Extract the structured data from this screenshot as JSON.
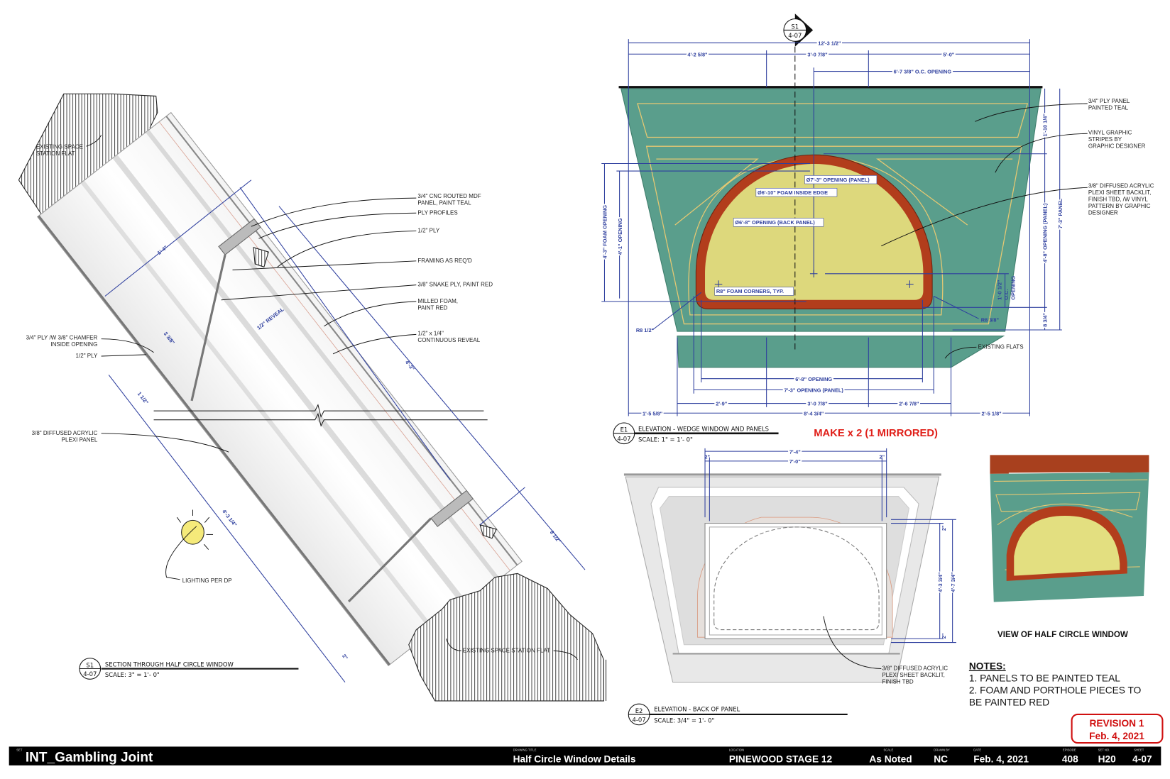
{
  "colors": {
    "teal": "#5a9e8c",
    "red": "#b23d1c",
    "yellow": "#ddd87c",
    "stripe": "#e6c872",
    "dimension": "#2e3f9e",
    "revision": "#d01010"
  },
  "section": {
    "tag": "S1",
    "sheet": "4-07",
    "title": "SECTION THROUGH HALF CIRCLE WINDOW",
    "scale": "SCALE: 3\" = 1'- 0\"",
    "labels": {
      "flat_top": [
        "EXISTING SPACE",
        "STATION FLAT"
      ],
      "mdf": [
        "3/4\" CNC ROUTED MDF",
        "PANEL, PAINT TEAL"
      ],
      "ply_profiles": "PLY PROFILES",
      "half_ply": "1/2\" PLY",
      "framing": "FRAMING AS REQ'D",
      "snake_ply": "3/8\" SNAKE PLY, PAINT RED",
      "foam": [
        "MILLED FOAM,",
        "PAINT RED"
      ],
      "reveal": [
        "1/2\" x 1/4\"",
        "CONTINUOUS REVEAL"
      ],
      "chamfer": [
        "3/4\" PLY /W 3/8\" CHAMFER",
        "INSIDE OPENING"
      ],
      "half_ply_left": "1/2\" PLY",
      "plexi": [
        "3/8\" DIFFUSED ACRYLIC",
        "PLEXI PANEL"
      ],
      "lighting": "LIGHTING PER DP",
      "flat_bottom": "EXISTING SPACE STATION FLAT"
    },
    "dims": {
      "d1": "1'-4\"",
      "d2": "1/2\" REVEAL",
      "d3": "4'-3\"",
      "d4": "4'-3 1/4\"",
      "d5": "2\"",
      "d6": "1 1/2\"",
      "d7": "8 1/2\"",
      "d8": "3 3/8\""
    }
  },
  "e1": {
    "tag": "E1",
    "sheet": "4-07",
    "title": "ELEVATION - WEDGE WINDOW AND PANELS",
    "scale": "SCALE: 1\" = 1'- 0\"",
    "make_note": "MAKE x 2 (1 MIRRORED)",
    "section_marker": {
      "tag": "S1",
      "sheet": "4-07"
    },
    "top_dims": {
      "overall": "12'-3 1/2\"",
      "left": "4'-2 5/8\"",
      "mid": "3'-0 7/8\"",
      "right": "5'-0\"",
      "oc": "6'-7 3/8\" O.C. OPENING"
    },
    "side_dims": {
      "foam_open": "4'-3\" FOAM OPENING",
      "open": "4'-1\" OPENING",
      "top": "1'-10 1/4\"",
      "panel_open": "4'-8\" OPENING (PANEL)",
      "bottom": "8 3/4\"",
      "panel": "7'-3\" PANEL",
      "oc": [
        "1'-0 1/2\"",
        "O.C.",
        "OPENING"
      ]
    },
    "bottom_dims": {
      "open": "6'-8\" OPENING",
      "panel_open": "7'-3\" OPENING (PANEL)",
      "a": "2'-9\"",
      "b": "3'-0 7/8\"",
      "c": "2'-6 7/8\"",
      "d": "1'-5 5/8\"",
      "e": "8'-4 3/4\"",
      "f": "2'-5 1/8\""
    },
    "callouts": {
      "c1": "Ø7'-3\" OPENING (PANEL)",
      "c2": "Ø6'-10\" FOAM INSIDE EDGE",
      "c3": "Ø6'-8\" OPENING (BACK PANEL)",
      "c4": "R8\" FOAM CORNERS, TYP.",
      "r1": "R8 1/2\"",
      "r2": "R8 3/8\""
    },
    "labels": {
      "ply": [
        "3/4\" PLY PANEL",
        "PAINTED TEAL"
      ],
      "vinyl": [
        "VINYL GRAPHIC",
        "STRIPES BY",
        "GRAPHIC DESIGNER"
      ],
      "acrylic": [
        "3/8\" DIFFUSED ACRYLIC",
        "PLEXI SHEET BACKLIT,",
        "FINISH TBD, /W VINYL",
        "PATTERN BY GRAPHIC",
        "DESIGNER"
      ],
      "flats": "EXISTING FLATS"
    }
  },
  "e2": {
    "tag": "E2",
    "sheet": "4-07",
    "title": "ELEVATION - BACK OF PANEL",
    "scale": "SCALE: 3/4\" = 1'- 0\"",
    "dims": {
      "w1": "7'-4\"",
      "w2": "7'-0\"",
      "l2": "2\"",
      "r2": "2\"",
      "h1": "4'-3 3/4\"",
      "h2": "4'-7 3/4\"",
      "t2": "2\"",
      "b2": "2\""
    },
    "label": [
      "3/8\" DIFFUSED ACRYLIC",
      "PLEXI SHEET BACKLIT,",
      "FINISH TBD"
    ]
  },
  "view": {
    "caption": "VIEW OF HALF CIRCLE WINDOW"
  },
  "notes": {
    "heading": "NOTES:",
    "items": [
      "1. PANELS TO BE PAINTED TEAL",
      "2. FOAM AND PORTHOLE PIECES TO",
      "BE PAINTED RED"
    ]
  },
  "revision": {
    "line1": "REVISION 1",
    "line2": "Feb. 4, 2021"
  },
  "title_block": {
    "set_label": "SET",
    "set_name": "INT_Gambling Joint",
    "drawing_title_label": "DRAWING TITLE",
    "drawing_title": "Half Circle Window Details",
    "location_label": "LOCATION",
    "location": "PINEWOOD STAGE 12",
    "scale_label": "SCALE",
    "scale": "As Noted",
    "drawn_by_label": "DRAWN BY",
    "drawn_by": "NC",
    "date_label": "DATE",
    "date": "Feb. 4, 2021",
    "episode_label": "EPISODE",
    "episode": "408",
    "set_no_label": "SET NO.",
    "set_no": "H20",
    "sheet_label": "SHEET",
    "sheet": "4-07"
  }
}
